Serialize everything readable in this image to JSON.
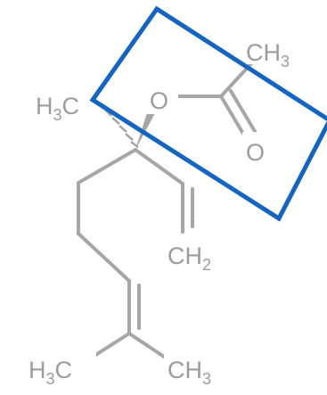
{
  "molecule": {
    "atoms": {
      "methyl_top_right": {
        "base": "CH",
        "sub": "3",
        "tail": ""
      },
      "methyl_left": {
        "base": "H",
        "sub": "3",
        "tail": "C"
      },
      "ester_oxygen": {
        "base": "O",
        "sub": "",
        "tail": ""
      },
      "carbonyl_oxygen": {
        "base": "O",
        "sub": "",
        "tail": ""
      },
      "vinyl_terminal": {
        "base": "CH",
        "sub": "2",
        "tail": ""
      },
      "methyl_bottom_left": {
        "base": "H",
        "sub": "3",
        "tail": "C"
      },
      "methyl_bottom_right": {
        "base": "CH",
        "sub": "3",
        "tail": ""
      }
    }
  },
  "colors": {
    "bond": "#a6a6a6",
    "label": "#9c9c9c",
    "highlight": "#1565c0",
    "background": "#ffffff"
  }
}
